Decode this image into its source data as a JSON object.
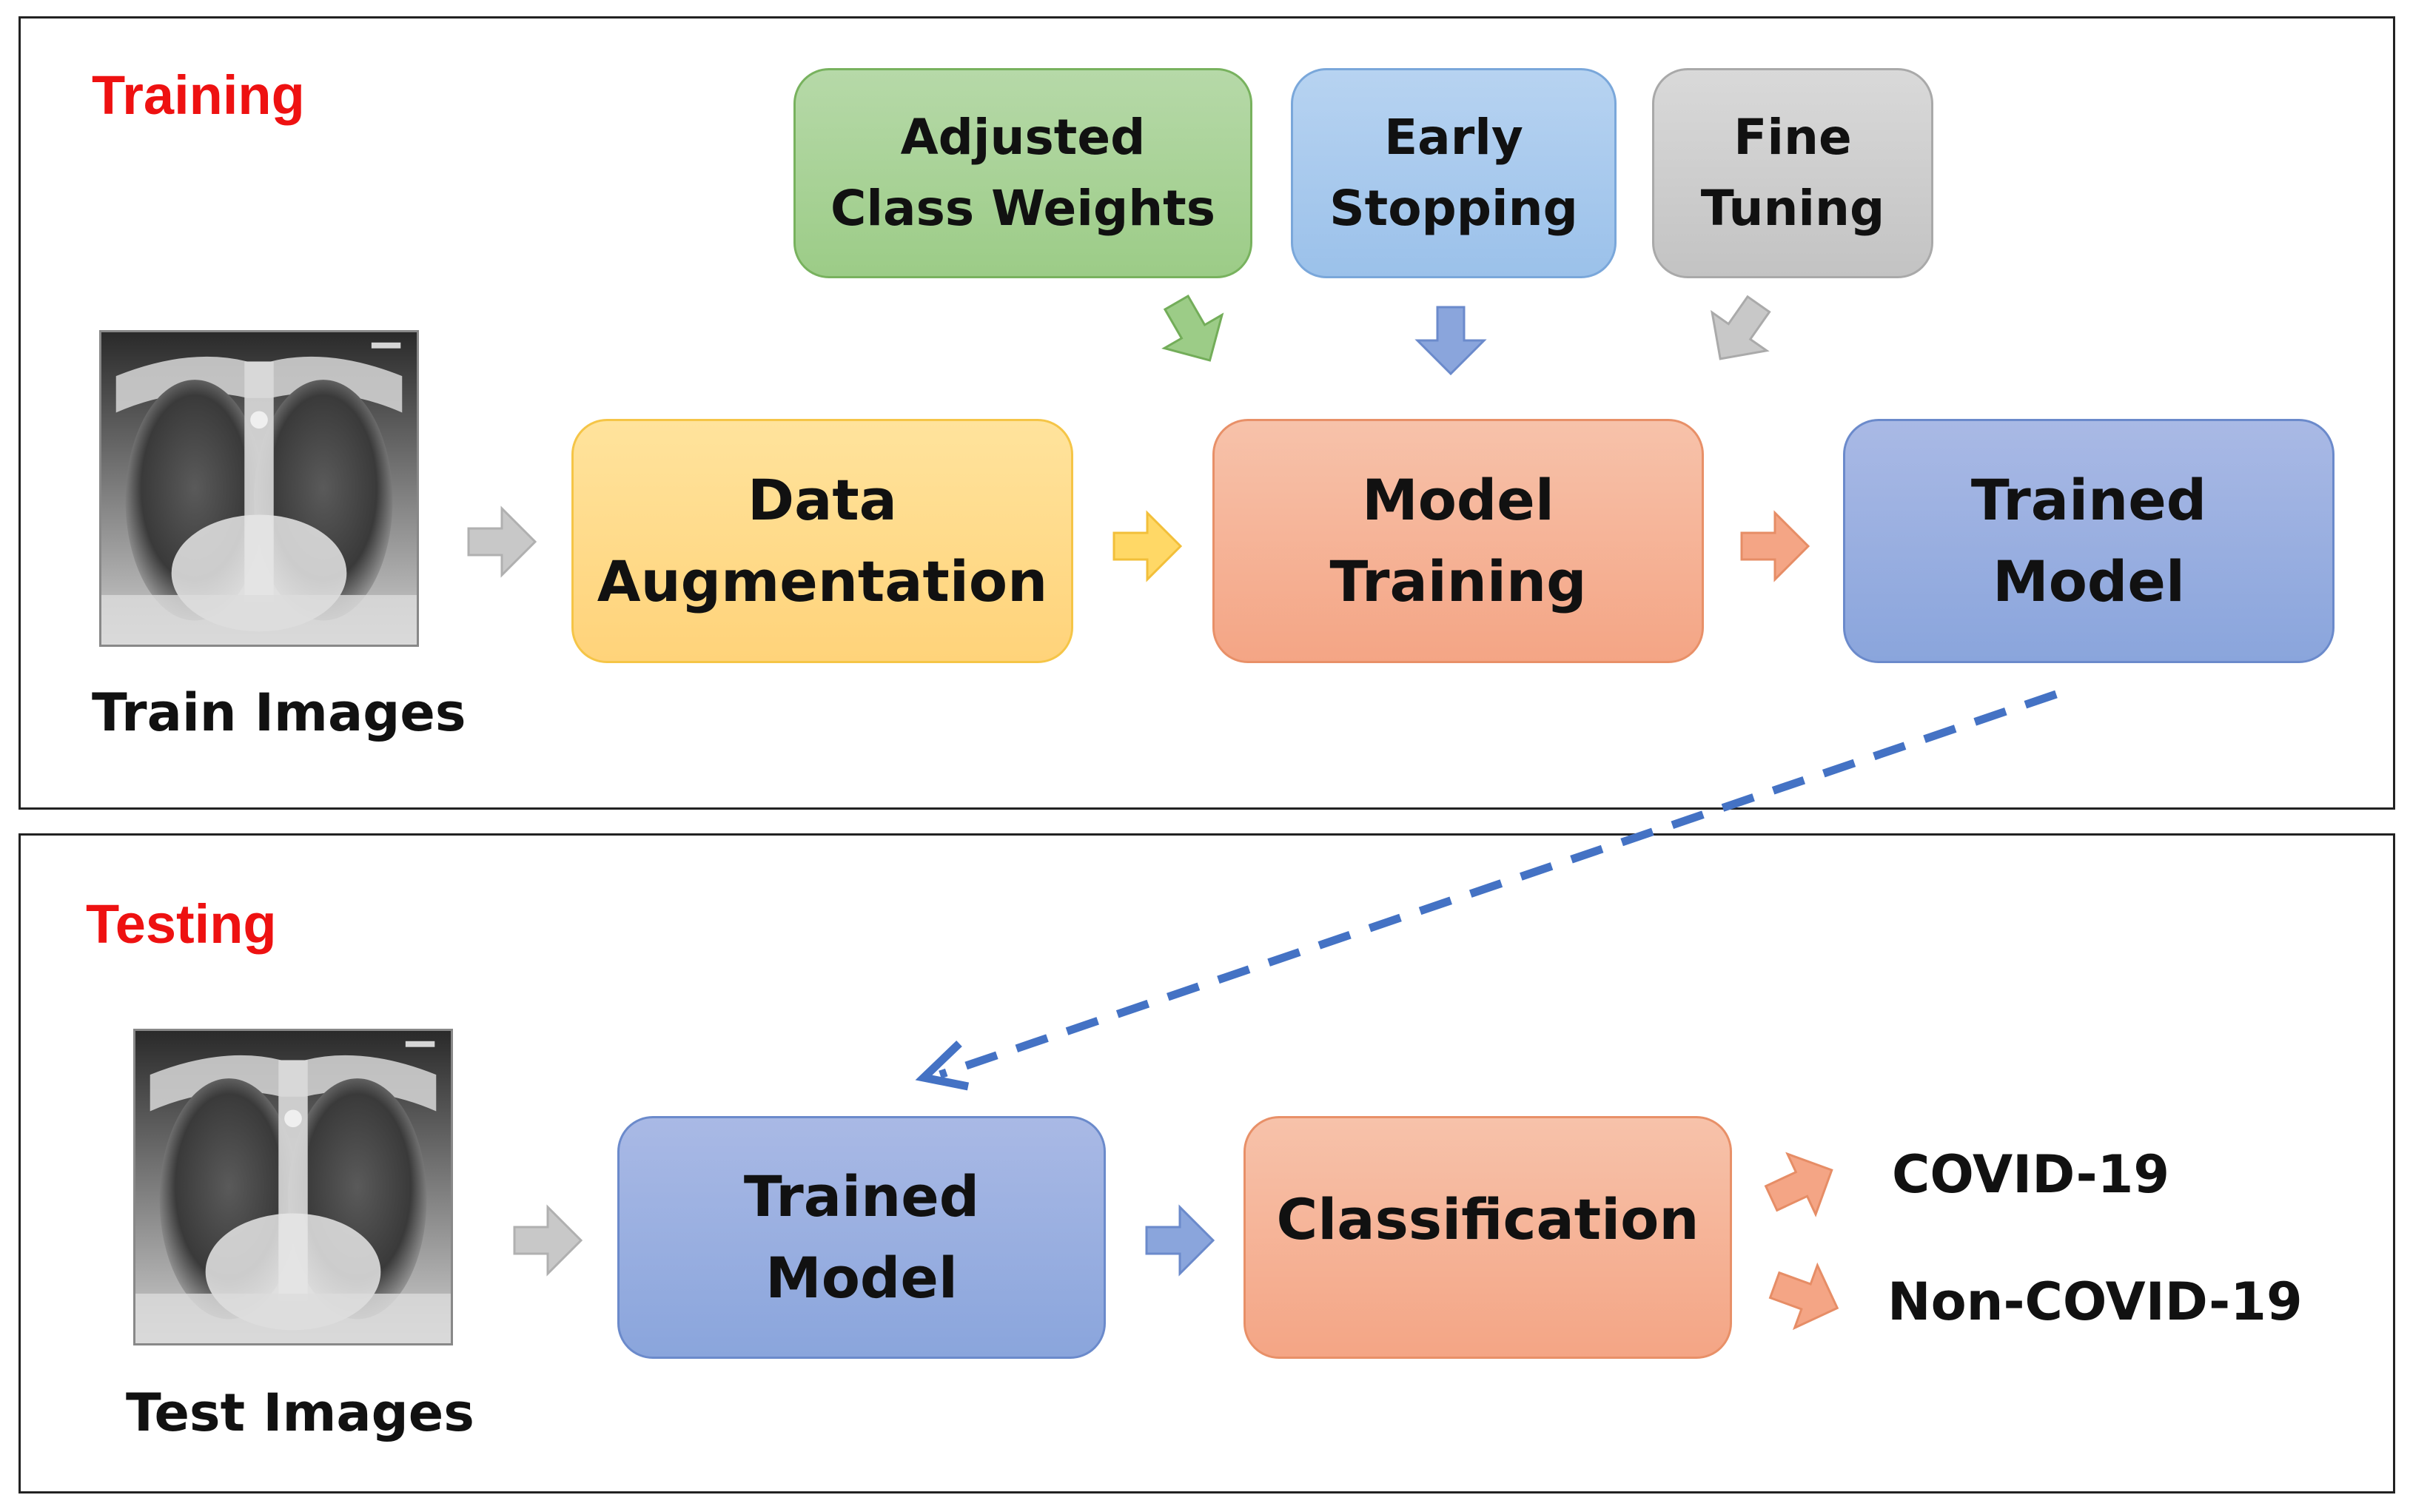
{
  "training": {
    "title": "Training",
    "train_images_label": "Train Images",
    "adjusted_class_weights": [
      "Adjusted",
      "Class Weights"
    ],
    "early_stopping": [
      "Early",
      "Stopping"
    ],
    "fine_tuning": [
      "Fine",
      "Tuning"
    ],
    "data_augmentation": [
      "Data",
      "Augmentation"
    ],
    "model_training": [
      "Model",
      "Training"
    ],
    "trained_model": [
      "Trained",
      "Model"
    ]
  },
  "testing": {
    "title": "Testing",
    "test_images_label": "Test Images",
    "trained_model": [
      "Trained",
      "Model"
    ],
    "classification": "Classification",
    "outcomes": [
      "COVID-19",
      "Non-COVID-19"
    ]
  },
  "colors": {
    "section_title": "#ee1111",
    "arrow_gray": "#c8c8c8",
    "arrow_yellow": "#ffd866",
    "arrow_orange": "#f4a585",
    "arrow_green": "#9ccc87",
    "arrow_blue": "#8aa5dc",
    "dashed_link": "#4472c4"
  }
}
